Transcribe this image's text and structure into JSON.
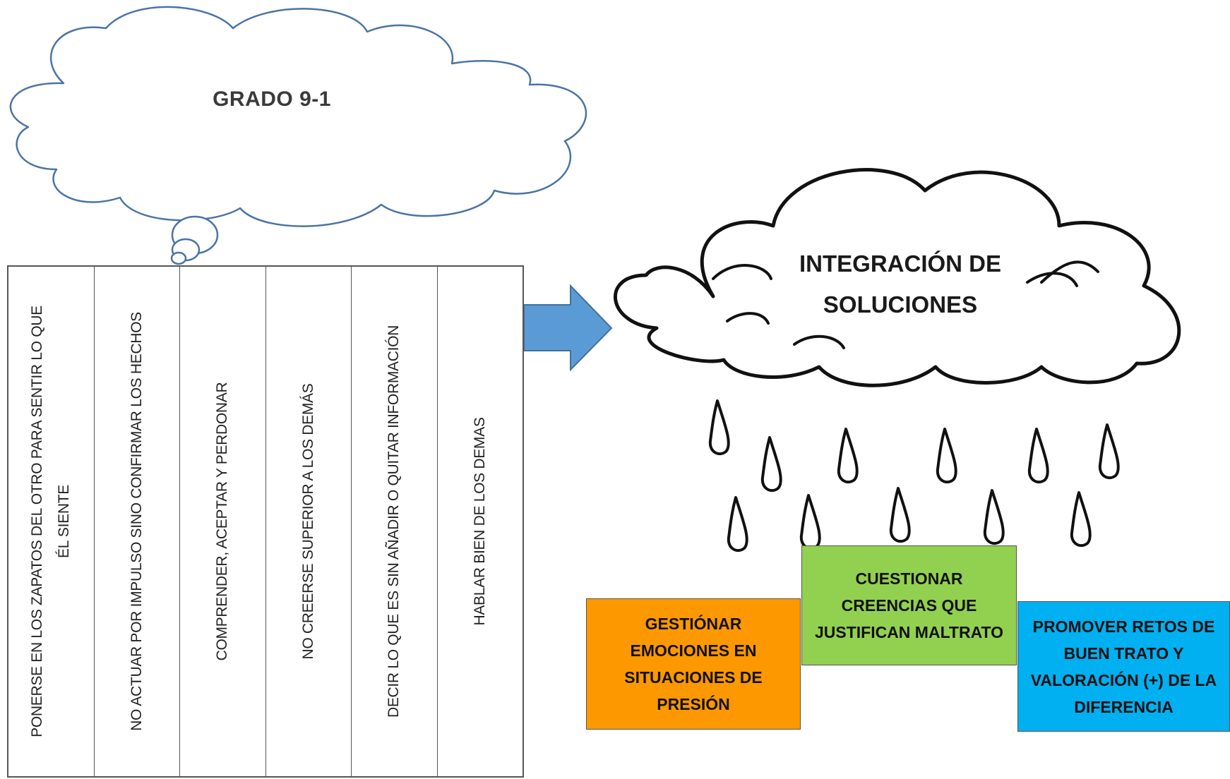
{
  "thought_cloud": {
    "title": "GRADO 9-1"
  },
  "columns": [
    {
      "text": "PONERSE EN LOS ZAPATOS DEL OTRO PARA SENTIR LO QUE ÉL SIENTE"
    },
    {
      "text": "NO ACTUAR POR IMPULSO SINO CONFIRMAR LOS HECHOS"
    },
    {
      "text": "COMPRENDER, ACEPTAR Y PERDONAR"
    },
    {
      "text": "NO CREERSE SUPERIOR A LOS DEMÁS"
    },
    {
      "text": "DECIR LO QUE ES SIN AÑADIR O QUITAR INFORMACIÓN"
    },
    {
      "text": "HABLAR BIEN DE LOS DEMAS"
    }
  ],
  "rain_cloud": {
    "title": "INTEGRACIÓN DE SOLUCIONES"
  },
  "solutions": {
    "orange": "GESTIÓNAR EMOCIONES EN SITUACIONES DE PRESIÓN",
    "green": "CUESTIONAR CREENCIAS QUE JUSTIFICAN MALTRATO",
    "blue": "PROMOVER RETOS DE BUEN TRATO Y VALORACIÓN (+) DE LA DIFERENCIA"
  },
  "colors": {
    "arrow": "#5b9bd5",
    "thought_cloud_stroke": "#4a74a4",
    "orange": "#fd9800",
    "green": "#92d050",
    "blue": "#00b0f0"
  }
}
